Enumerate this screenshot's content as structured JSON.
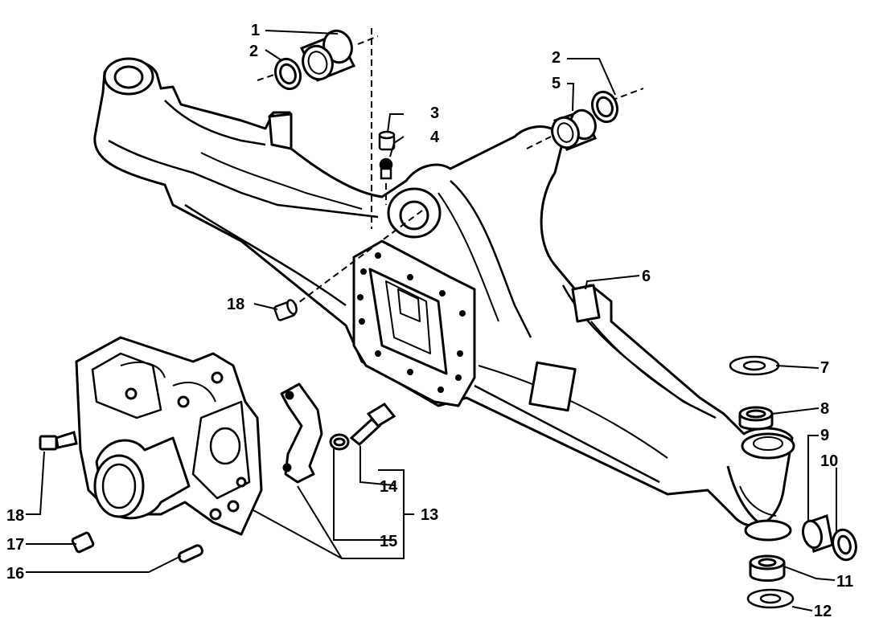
{
  "callouts": {
    "c1": "1",
    "c2a": "2",
    "c2b": "2",
    "c3": "3",
    "c4": "4",
    "c5": "5",
    "c6": "6",
    "c7": "7",
    "c8": "8",
    "c9": "9",
    "c10": "10",
    "c11": "11",
    "c12": "12",
    "c13": "13",
    "c14": "14",
    "c15": "15",
    "c16": "16",
    "c17": "17",
    "c18a": "18",
    "c18b": "18"
  },
  "colors": {
    "line": "#000000",
    "background": "#ffffff",
    "fill": "#ffffff"
  }
}
